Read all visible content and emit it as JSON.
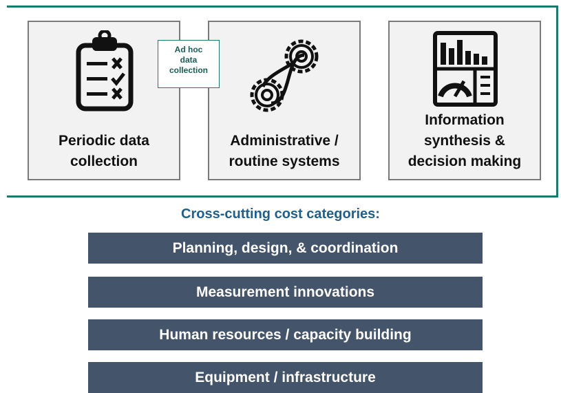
{
  "boxes": [
    {
      "label": "Periodic data\ncollection",
      "icon": "clipboard-checklist-icon"
    },
    {
      "label": "Administrative /\nroutine systems",
      "icon": "gears-icon"
    },
    {
      "label": "Information\nsynthesis &\ndecision making",
      "icon": "dashboard-icon"
    }
  ],
  "adhoc_label": "Ad hoc\ndata\ncollection",
  "cross_cutting": {
    "title": "Cross-cutting cost categories:",
    "items": [
      "Planning, design, & coordination",
      "Measurement innovations",
      "Human resources / capacity building",
      "Equipment / infrastructure"
    ]
  },
  "colors": {
    "frame": "#1a7a6c",
    "title": "#1f5f8b",
    "bar": "#44546a"
  }
}
